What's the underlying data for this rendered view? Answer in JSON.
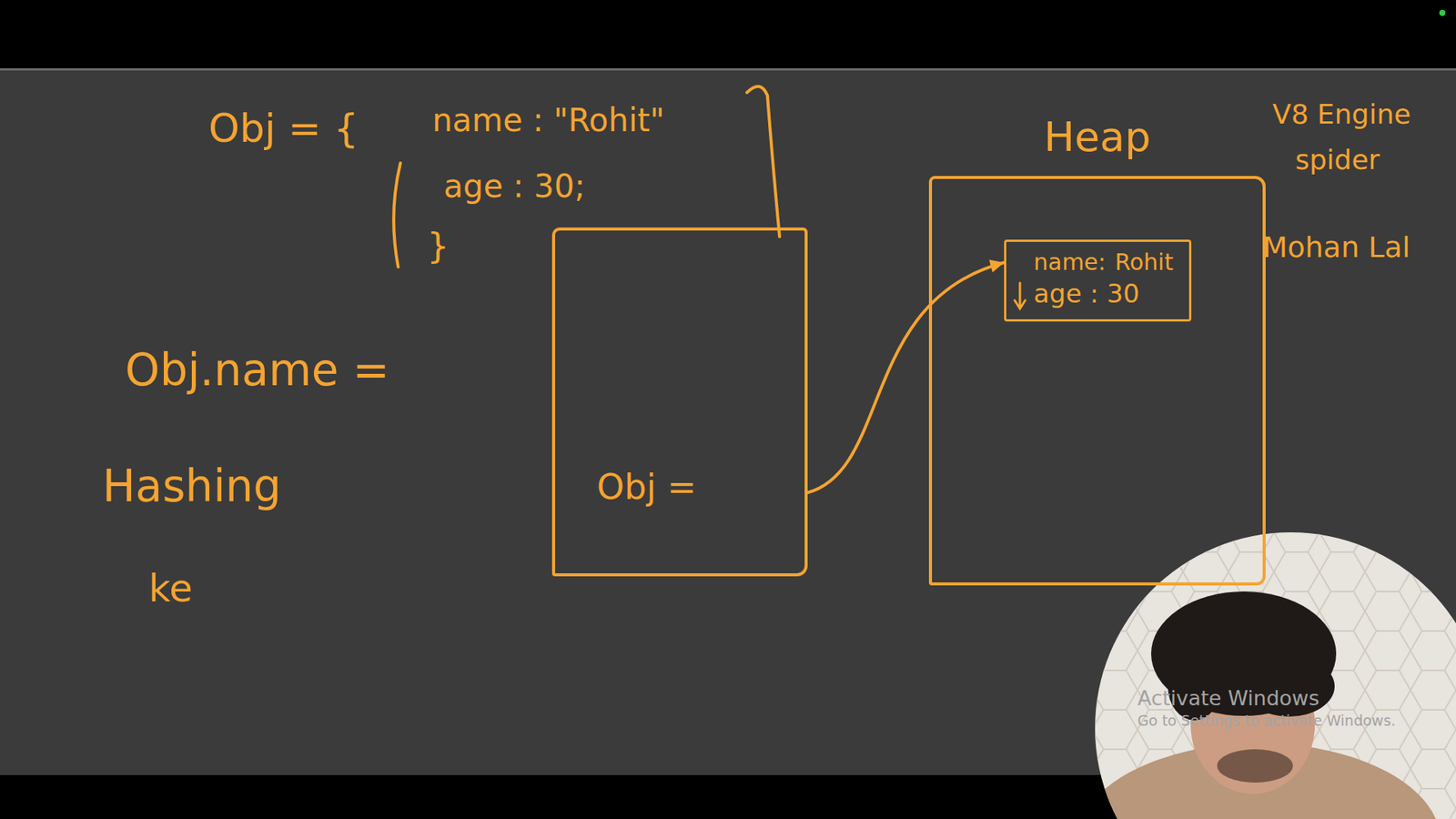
{
  "diagram": {
    "nodes": [
      {
        "text": [
          "Obj ="
        ]
      },
      {
        "text": [
          "Heap"
        ]
      },
      {
        "text": [
          "name:",
          "Rohit",
          "age : 30"
        ],
        "in": 1
      }
    ],
    "edges": [
      {
        "from": 0,
        "to": 2,
        "arrow": "to"
      }
    ],
    "labels": [
      "Obj = {",
      "name : \"Rohit\"",
      "age : 30;",
      "}",
      "Obj.name =",
      "Hashing",
      "ke",
      "Mohan Lal",
      "V8 Engine",
      "spider",
      "Activate Windows",
      "Go to Settings to activate Windows."
    ]
  }
}
